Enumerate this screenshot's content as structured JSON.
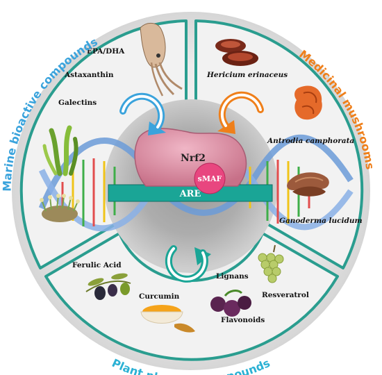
{
  "sections": {
    "marine": {
      "title": "Marine bioactive compounds",
      "color": "#3aa3dc",
      "items": [
        "EPA/DHA",
        "Astaxanthin",
        "Galectins"
      ]
    },
    "mushrooms": {
      "title": "Medicinal mushrooms",
      "color": "#ef7f1a",
      "items": [
        "Hericium erinaceus",
        "Antrodia camphorata",
        "Ganoderma lucidum"
      ]
    },
    "plant": {
      "title": "Plant phenolic compounds",
      "color": "#2bb1d4",
      "items": [
        "Ferulic Acid",
        "Curcumin",
        "Lignans",
        "Resveratrol",
        "Flavonoids"
      ]
    }
  },
  "center": {
    "nrf2": "Nrf2",
    "smaf": "sMAF",
    "are": "ARE"
  },
  "colors": {
    "rim": "#2a9d8f",
    "teal": "#1aa596",
    "pink": "#e8467f",
    "nrf2_body": "#d98ba0"
  },
  "icons": {
    "marine_top": "squid-icon",
    "marine_mid": "seaweed-icon",
    "marine_bottom": "coral-icon",
    "mush_top": "hericium-mushroom-icon",
    "mush_mid": "antrodia-mushroom-icon",
    "mush_bottom": "ganoderma-mushroom-icon",
    "plant_left": "olive-branch-icon",
    "plant_mid": "turmeric-bowl-icon",
    "plant_right": "grapes-icon",
    "plant_berries": "berries-icon"
  }
}
